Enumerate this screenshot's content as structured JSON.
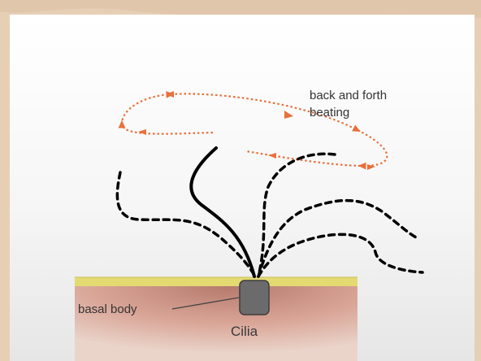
{
  "labels": {
    "beating_line1": "back and forth",
    "beating_line2": "beating",
    "basal_body": "basal body",
    "cilia": "Cilia"
  },
  "colors": {
    "background_texture": "#e9d3bd",
    "panel": "#f2f2f2",
    "membrane": "#e6dc70",
    "tissue": "#c78a78",
    "cilium_stroke": "#000000",
    "beat_path": "#e8703a",
    "basal_body_fill": "#6b6b6b"
  }
}
